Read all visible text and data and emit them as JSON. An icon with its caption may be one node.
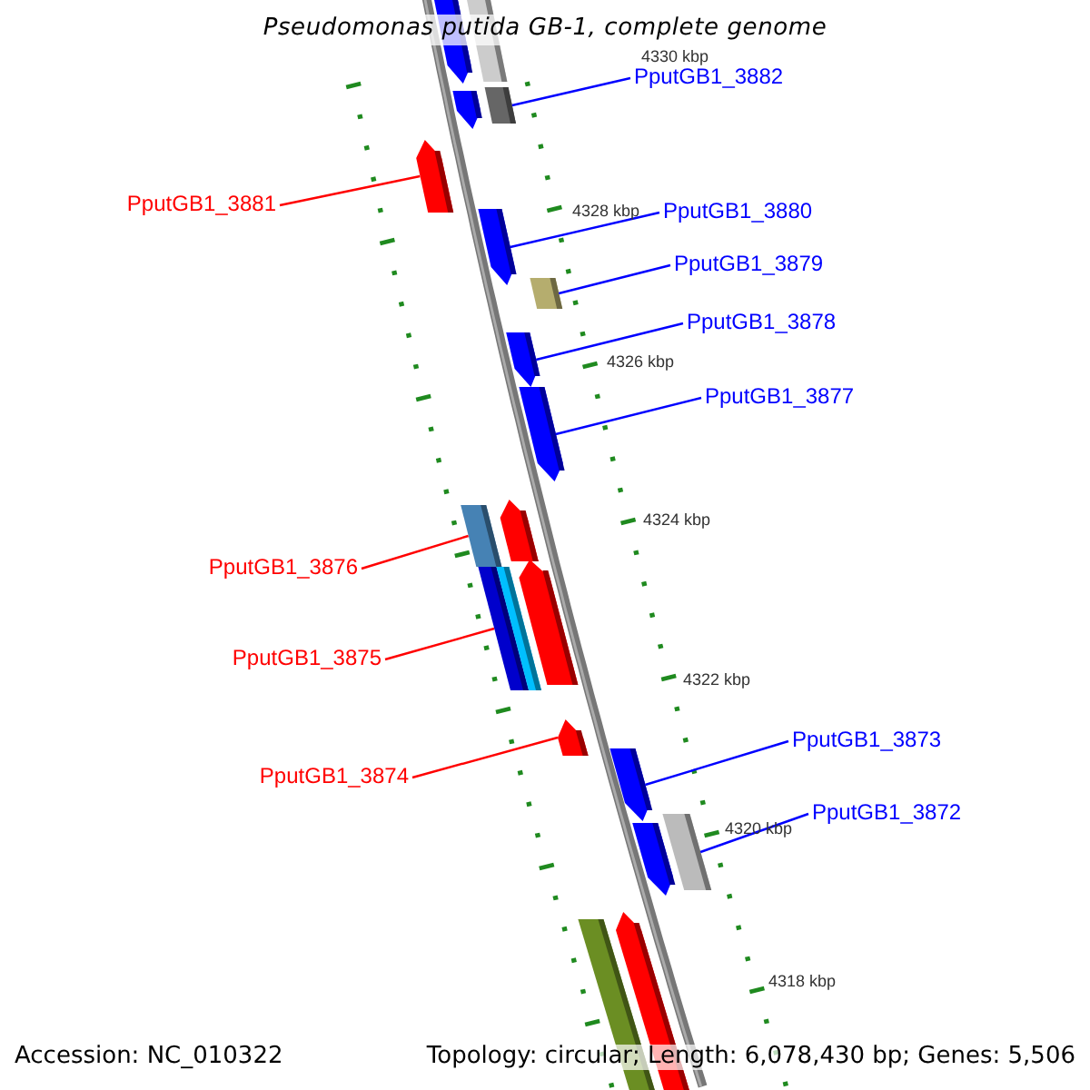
{
  "diagram": {
    "title": "Pseudomonas putida GB-1, complete genome",
    "nodes": [
      {
        "text": [
          "PputGB1_3882"
        ]
      },
      {
        "text": [
          "PputGB1_3881"
        ]
      },
      {
        "text": [
          "PputGB1_3880"
        ]
      },
      {
        "text": [
          "PputGB1_3879"
        ]
      },
      {
        "text": [
          "PputGB1_3878"
        ]
      },
      {
        "text": [
          "PputGB1_3877"
        ]
      },
      {
        "text": [
          "PputGB1_3876"
        ]
      },
      {
        "text": [
          "PputGB1_3875"
        ]
      },
      {
        "text": [
          "PputGB1_3874"
        ]
      },
      {
        "text": [
          "PputGB1_3873"
        ]
      },
      {
        "text": [
          "PputGB1_3872"
        ]
      },
      {
        "text": [],
        "shape": "bar"
      },
      {
        "text": [],
        "shape": "bar"
      },
      {
        "text": [],
        "shape": "bar"
      },
      {
        "text": [],
        "shape": "bar"
      },
      {
        "text": [],
        "shape": "bar"
      },
      {
        "text": [],
        "shape": "bar"
      },
      {
        "text": [],
        "shape": "bar"
      },
      {
        "text": [],
        "shape": "bar"
      },
      {
        "text": [],
        "shape": "bar"
      },
      {
        "text": [],
        "shape": "bar"
      },
      {
        "text": [],
        "shape": "bar"
      },
      {
        "text": [],
        "shape": "bar"
      },
      {
        "text": [],
        "shape": "bar"
      },
      {
        "text": [],
        "shape": "bar"
      },
      {
        "text": [],
        "shape": "bar"
      },
      {
        "text": [],
        "shape": "bar"
      },
      {
        "text": [],
        "shape": "bar"
      },
      {
        "text": [],
        "shape": "bar"
      },
      {
        "text": [],
        "shape": "bar"
      },
      {
        "text": [],
        "shape": "bar"
      }
    ],
    "edges": [
      {
        "from": 0,
        "to": 13,
        "arrow": "none"
      },
      {
        "from": 1,
        "to": 15,
        "arrow": "none",
        "color": "#ff0000"
      },
      {
        "from": 2,
        "to": 16,
        "arrow": "none"
      },
      {
        "from": 3,
        "to": 17,
        "arrow": "none"
      },
      {
        "from": 4,
        "to": 18,
        "arrow": "none"
      },
      {
        "from": 5,
        "to": 19,
        "arrow": "none"
      },
      {
        "from": 6,
        "to": 21,
        "arrow": "none",
        "color": "#ff0000"
      },
      {
        "from": 7,
        "to": 23,
        "arrow": "none",
        "color": "#ff0000"
      },
      {
        "from": 8,
        "to": 25,
        "arrow": "none",
        "color": "#ff0000"
      },
      {
        "from": 9,
        "to": 26,
        "arrow": "none"
      },
      {
        "from": 10,
        "to": 27,
        "arrow": "none"
      }
    ],
    "labels": [
      "4330 kbp",
      "4328 kbp",
      "4326 kbp",
      "4324 kbp",
      "4322 kbp",
      "4320 kbp",
      "4318 kbp",
      "Accession: NC_010322",
      "Topology: circular; Length: 6,078,430 bp; Genes: 5,506"
    ]
  }
}
